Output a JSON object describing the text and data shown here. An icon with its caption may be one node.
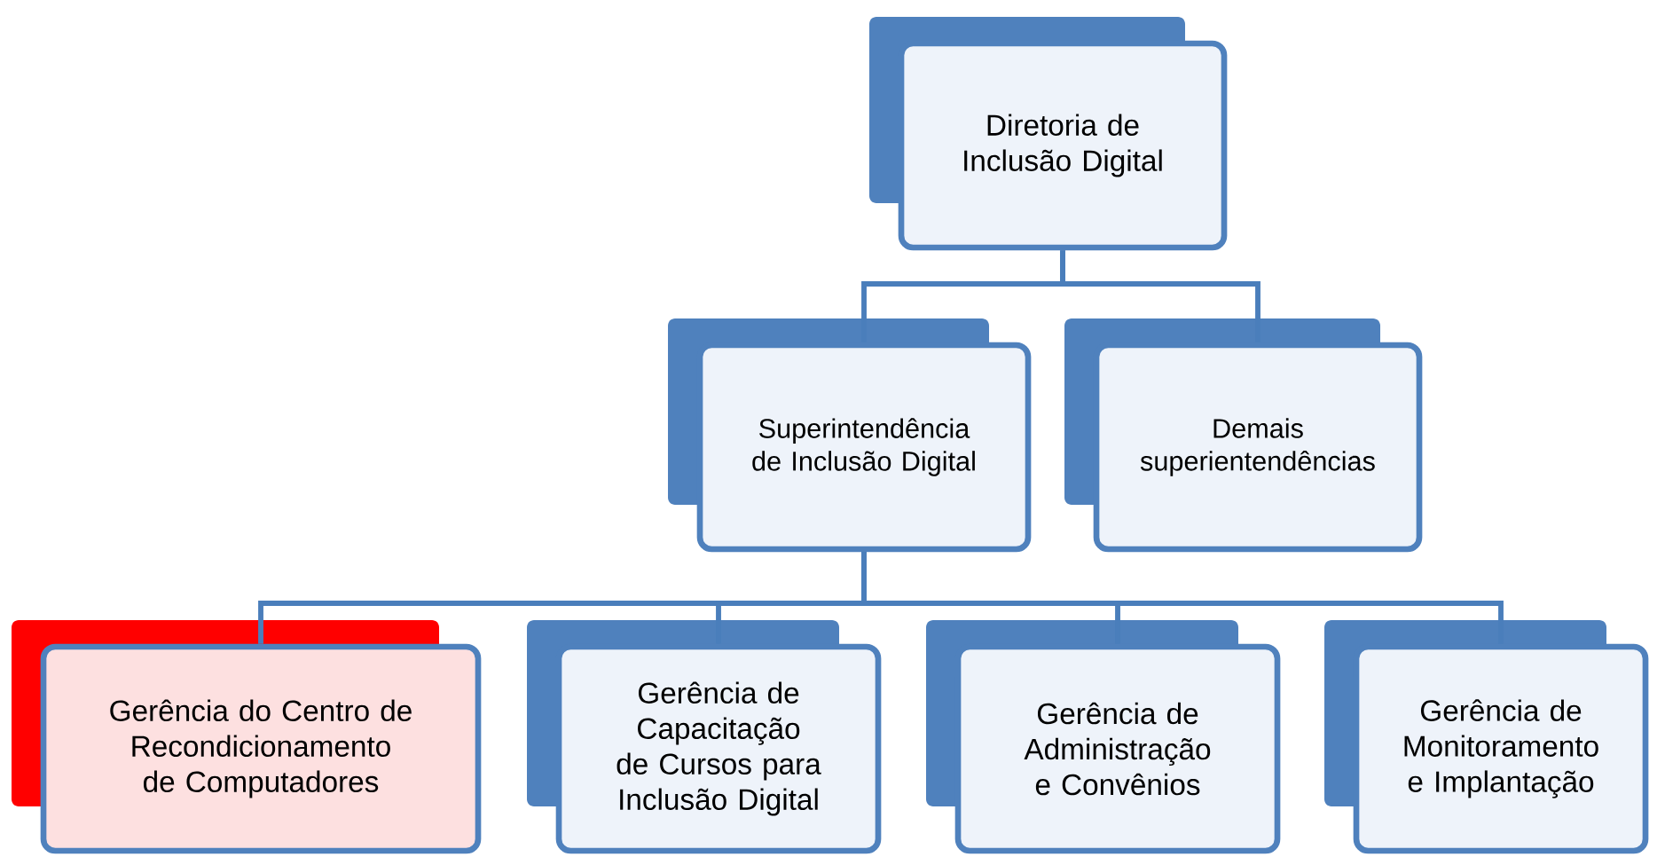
{
  "diagram": {
    "nodes": [
      {
        "text": [
          "Diretoria de Inclusão Digital"
        ]
      },
      {
        "text": [
          "Superintendência de Inclusão Digital"
        ]
      },
      {
        "text": [
          "Demais superientendências"
        ]
      },
      {
        "text": [
          "Gerência do Centro de Recondicionamento de Computadores"
        ]
      },
      {
        "text": [
          "Gerência de Capacitação de Cursos para Inclusão Digital"
        ]
      },
      {
        "text": [
          "Gerência de Administração e Convênios"
        ]
      },
      {
        "text": [
          "Gerência de Monitoramento e Implantação"
        ]
      }
    ],
    "edges": [
      {
        "from": 0,
        "to": 1,
        "arrow": "none"
      },
      {
        "from": 0,
        "to": 2,
        "arrow": "none"
      },
      {
        "from": 1,
        "to": 3,
        "arrow": "none"
      },
      {
        "from": 1,
        "to": 4,
        "arrow": "none"
      },
      {
        "from": 1,
        "to": 5,
        "arrow": "none"
      },
      {
        "from": 1,
        "to": 6,
        "arrow": "none"
      }
    ]
  }
}
